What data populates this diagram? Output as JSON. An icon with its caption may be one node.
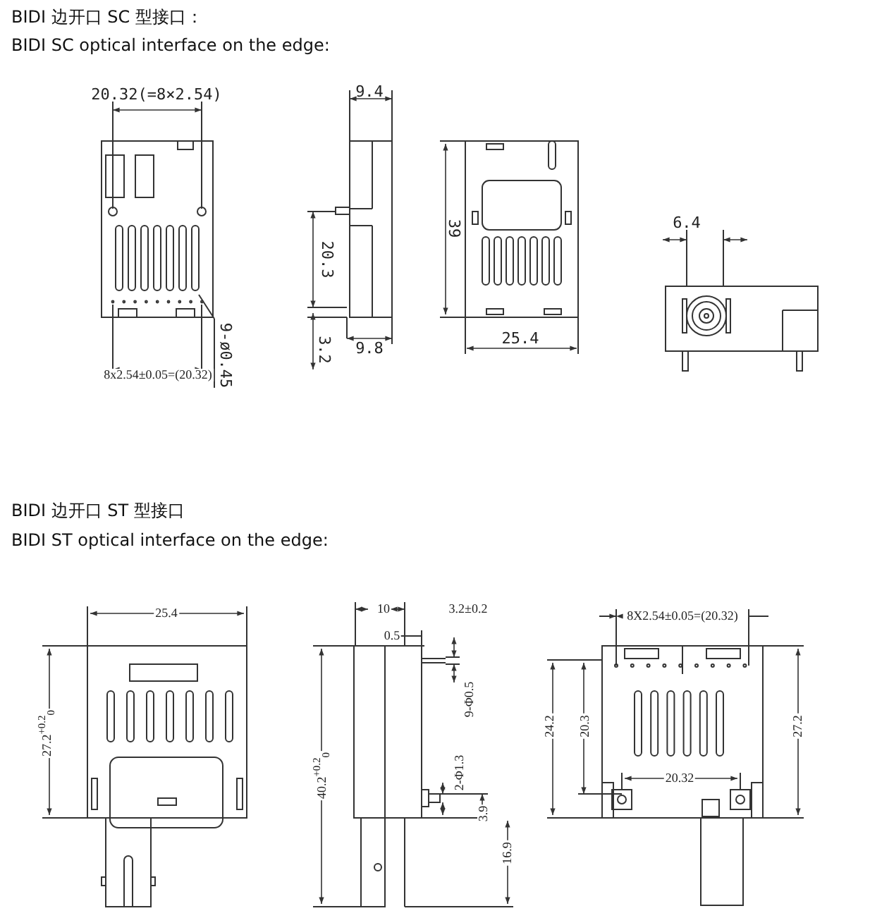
{
  "diagram": {
    "labels": [
      "BIDI 边开口 SC 型接口：",
      "BIDI SC optical interface on the edge:",
      "20.32(=8×2.54)",
      "9.4",
      "20.3",
      "3.2",
      "9.8",
      "39",
      "25.4",
      "6.4",
      "8x2.54±0.05=(20.32)",
      "9-ø0.45",
      "BIDI 边开口 ST 型接口",
      "BIDI ST optical interface on the edge:",
      "25.4",
      "27.2$^{+0.2}$$_{0}$",
      "10",
      "3.2±0.2",
      "0.5",
      "9-Φ0.5",
      "40.2$^{+0.2}$$_{0}$",
      "2-Φ1.3",
      "3.9",
      "16.9",
      "8X2.54±0.05=(20.32)",
      "24.2",
      "20.3",
      "20.32",
      "27.2"
    ]
  }
}
